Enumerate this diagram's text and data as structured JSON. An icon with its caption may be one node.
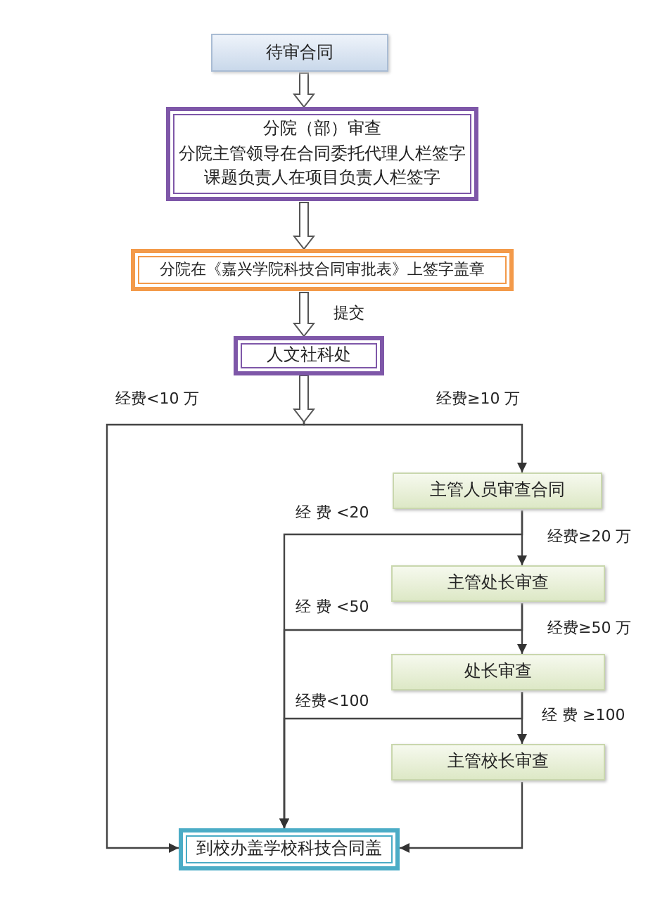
{
  "diagram": {
    "nodes": [
      {
        "text": [
          "待审合同"
        ]
      },
      {
        "text": [
          "分院（部）审查",
          "分院主管领导在合同委托代理人栏签字",
          "课题负责人在项目负责人栏签字"
        ]
      },
      {
        "text": [
          "分院在《嘉兴学院科技合同审批表》上签字盖章"
        ]
      },
      {
        "text": [
          "人文社科处"
        ]
      },
      {
        "text": [
          "主管人员审查合同"
        ]
      },
      {
        "text": [
          "主管处长审查"
        ]
      },
      {
        "text": [
          "处长审查"
        ]
      },
      {
        "text": [
          "主管校长审查"
        ]
      },
      {
        "text": [
          "到校办盖学校科技合同盖"
        ]
      }
    ],
    "edges": [
      {
        "from": 0,
        "to": 1,
        "arrow": "to",
        "style": "thick"
      },
      {
        "from": 1,
        "to": 2,
        "arrow": "to",
        "style": "thick"
      },
      {
        "from": 2,
        "to": 3,
        "arrow": "to",
        "style": "thick",
        "label": "提交"
      },
      {
        "from": 3,
        "to": 8,
        "arrow": "to",
        "label": "经费<10 万"
      },
      {
        "from": 3,
        "to": 4,
        "arrow": "to",
        "label": "经费≥10 万"
      },
      {
        "from": 4,
        "to": 8,
        "arrow": "to",
        "label": "经 费 <20"
      },
      {
        "from": 4,
        "to": 5,
        "arrow": "to",
        "label": "经费≥20 万"
      },
      {
        "from": 5,
        "to": 8,
        "arrow": "to",
        "label": "经 费 <50"
      },
      {
        "from": 5,
        "to": 6,
        "arrow": "to",
        "label": "经费≥50 万"
      },
      {
        "from": 6,
        "to": 8,
        "arrow": "to",
        "label": "经费<100"
      },
      {
        "from": 6,
        "to": 7,
        "arrow": "to",
        "label": "经 费 ≥100"
      },
      {
        "from": 7,
        "to": 8,
        "arrow": "to"
      }
    ]
  }
}
